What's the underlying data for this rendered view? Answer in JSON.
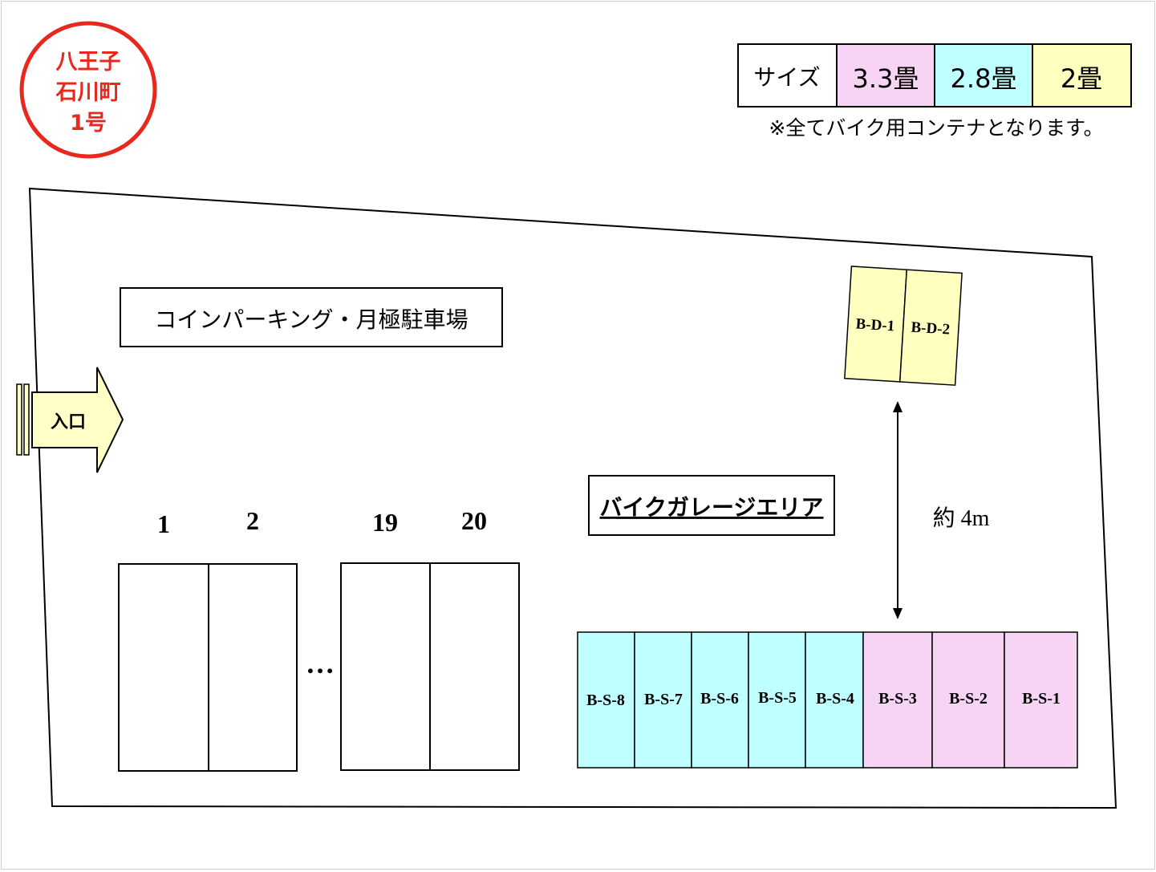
{
  "badge": {
    "line1": "八王子",
    "line2": "石川町",
    "line3": "1号",
    "color": "#e8281e"
  },
  "legend": {
    "size_label": "サイズ",
    "sizes": [
      {
        "label": "3.3畳",
        "color": "#f7d3f4"
      },
      {
        "label": "2.8畳",
        "color": "#bfffff"
      },
      {
        "label": "2畳",
        "color": "#ffffc0"
      }
    ],
    "note": "※全てバイク用コンテナとなります。"
  },
  "parking_label": "コインパーキング・月極駐車場",
  "entrance_label": "入口",
  "entrance_color": "#ffffc8",
  "garage_label": "バイクガレージエリア",
  "distance_label": "約 4m",
  "ellipsis": "…",
  "parking_spaces": [
    {
      "number": "1"
    },
    {
      "number": "2"
    },
    {
      "number": "19"
    },
    {
      "number": "20"
    }
  ],
  "double_units": [
    {
      "label": "B-D-1"
    },
    {
      "label": "B-D-2"
    }
  ],
  "single_units": [
    {
      "label": "B-S-8",
      "size": "2.8畳"
    },
    {
      "label": "B-S-7",
      "size": "2.8畳"
    },
    {
      "label": "B-S-6",
      "size": "2.8畳"
    },
    {
      "label": "B-S-5",
      "size": "2.8畳"
    },
    {
      "label": "B-S-4",
      "size": "2.8畳"
    },
    {
      "label": "B-S-3",
      "size": "3.3畳"
    },
    {
      "label": "B-S-2",
      "size": "3.3畳"
    },
    {
      "label": "B-S-1",
      "size": "3.3畳"
    }
  ]
}
